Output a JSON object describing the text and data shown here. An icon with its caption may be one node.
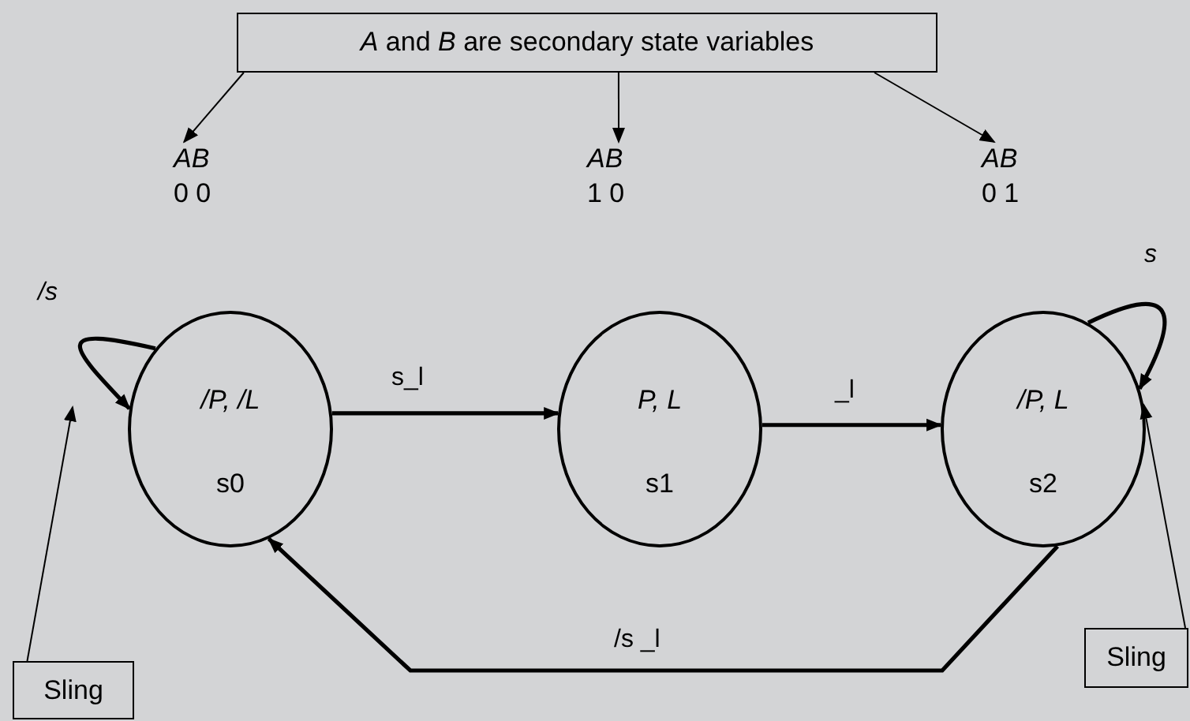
{
  "diagram": {
    "nodes": [
      {
        "text": [
          "*A* and *B* are secondary state variables"
        ]
      },
      {
        "text": [
          "AB",
          "0 0"
        ]
      },
      {
        "text": [
          "AB",
          "1 0"
        ]
      },
      {
        "text": [
          "AB",
          "0 1"
        ]
      },
      {
        "text": [
          "/P, /L",
          "s0"
        ]
      },
      {
        "text": [
          "P, L",
          "s1"
        ]
      },
      {
        "text": [
          "/P, L",
          "s2"
        ]
      },
      {
        "text": [
          "Sling"
        ]
      },
      {
        "text": [
          "Sling"
        ]
      }
    ],
    "edges": [
      {
        "from": 0,
        "to": 1,
        "arrow": "to"
      },
      {
        "from": 0,
        "to": 2,
        "arrow": "to"
      },
      {
        "from": 0,
        "to": 3,
        "arrow": "to"
      },
      {
        "from": 4,
        "to": 4,
        "arrow": "to",
        "label": "/s",
        "style": "thick"
      },
      {
        "from": 4,
        "to": 5,
        "arrow": "to",
        "label": "s_l",
        "style": "thick"
      },
      {
        "from": 5,
        "to": 6,
        "arrow": "to",
        "label": "_l",
        "style": "thick"
      },
      {
        "from": 6,
        "to": 6,
        "arrow": "to",
        "label": "s",
        "style": "thick"
      },
      {
        "from": 6,
        "to": 4,
        "arrow": "to",
        "label": "/s _l",
        "style": "thick"
      },
      {
        "from": 7,
        "to": null,
        "arrow": "to"
      },
      {
        "from": 8,
        "to": 6,
        "arrow": "to"
      }
    ]
  }
}
